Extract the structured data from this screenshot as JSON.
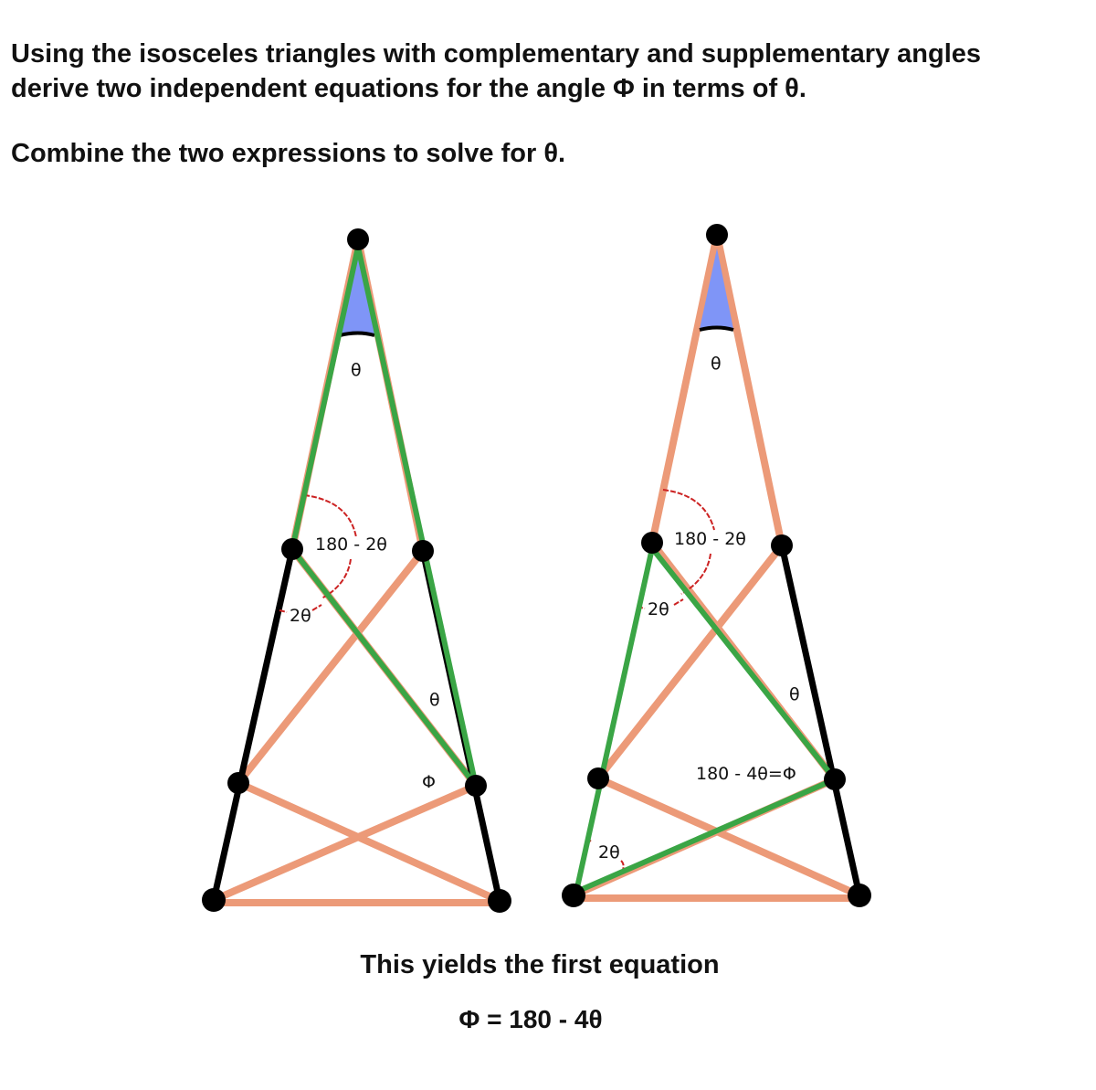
{
  "instructions": {
    "line1": "Using the isosceles triangles with complementary and supplementary angles",
    "line2": "derive two independent equations for the angle Φ in terms of θ.",
    "line3": "Combine the two expressions to solve for θ."
  },
  "left_figure": {
    "apex_angle": "θ",
    "supp_angle": "180 - 2θ",
    "side_angle": "2θ",
    "mid_angle": "θ",
    "phi": "Φ"
  },
  "right_figure": {
    "apex_angle": "θ",
    "supp_angle": "180 - 2θ",
    "side_angle": "2θ",
    "mid_angle": "θ",
    "phi_expr": "180 - 4θ=Φ",
    "base_angle": "2θ"
  },
  "conclusion": {
    "text": "This yields the first equation",
    "equation": "Φ = 180 - 4θ"
  },
  "colors": {
    "orange": "#ec9a78",
    "black": "#000000",
    "green": "#3aa545",
    "wedge": "#7f95f7",
    "arc": "#cc2222"
  }
}
